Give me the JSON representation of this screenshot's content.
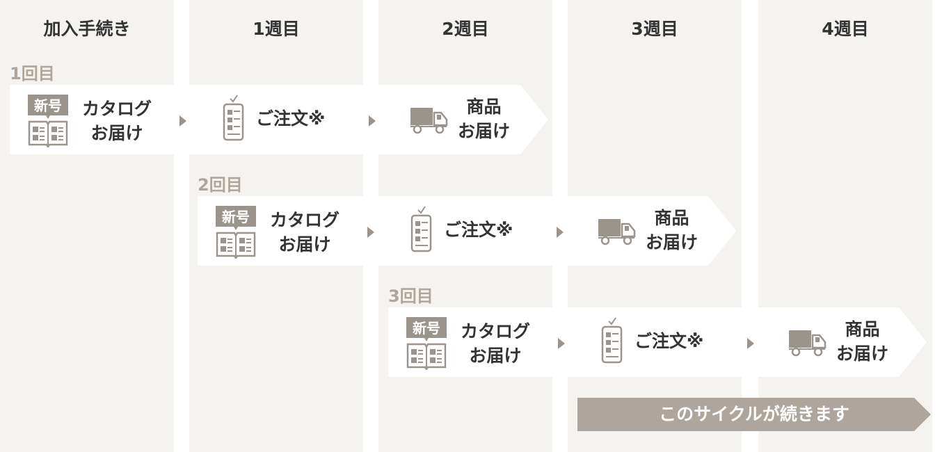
{
  "columns": [
    {
      "label": "加入手続き"
    },
    {
      "label": "1週目"
    },
    {
      "label": "2週目"
    },
    {
      "label": "3週目"
    },
    {
      "label": "4週目"
    }
  ],
  "rounds": [
    {
      "label": "1回目",
      "catalog": {
        "badge": "新号",
        "line1": "カタログ",
        "line2": "お届け"
      },
      "order": "ご注文※",
      "delivery": {
        "line1": "商品",
        "line2": "お届け"
      }
    },
    {
      "label": "2回目",
      "catalog": {
        "badge": "新号",
        "line1": "カタログ",
        "line2": "お届け"
      },
      "order": "ご注文※",
      "delivery": {
        "line1": "商品",
        "line2": "お届け"
      }
    },
    {
      "label": "3回目",
      "catalog": {
        "badge": "新号",
        "line1": "カタログ",
        "line2": "お届け"
      },
      "order": "ご注文※",
      "delivery": {
        "line1": "商品",
        "line2": "お届け"
      }
    }
  ],
  "cycle_note": "このサイクルが続きます",
  "icons": {
    "catalog": "open-book-icon",
    "order": "smartphone-checklist-icon",
    "delivery": "delivery-truck-icon",
    "step_arrow": "triangle-right-icon"
  },
  "colors": {
    "column_bg": "#f5f3f0",
    "accent": "#aea69c",
    "text": "#333333",
    "band": "#ffffff"
  }
}
